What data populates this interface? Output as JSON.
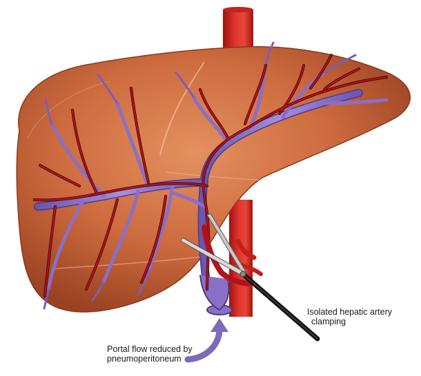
{
  "labels": {
    "clamping": {
      "line1": "Isolated hepatic artery",
      "line2": "clamping"
    },
    "portal_flow": {
      "line1": "Portal flow reduced by",
      "line2": "pneumoperitoneum"
    }
  },
  "colors": {
    "liver": "#c8633a",
    "liver_dark": "#9e4424",
    "liver_light": "#e08a5a",
    "portal_vein": "#8a6fc7",
    "hepatic_artery": "#b3121a",
    "aorta": "#d42a26",
    "instrument": "#1a1a1a",
    "arrow": "#7d6ab8"
  }
}
